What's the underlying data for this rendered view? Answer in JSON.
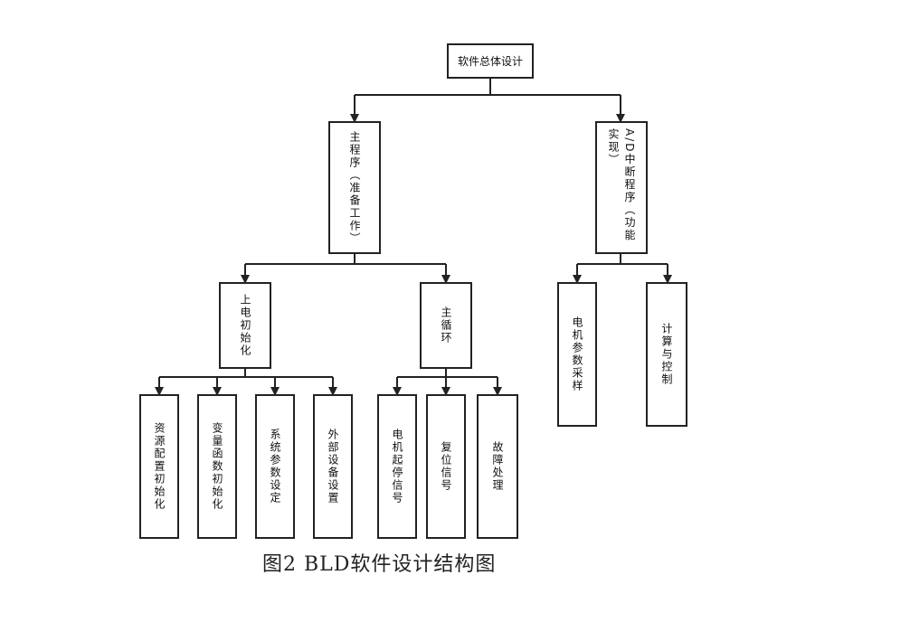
{
  "diagram": {
    "root": "软件总体设计",
    "main_program": "主程序（准备工作）",
    "ad_interrupt": "A/D中断程序（功能实现）",
    "power_on_init": "上电初始化",
    "main_loop": "主循环",
    "resource_init": "资源配置初始化",
    "var_func_init": "变量函数初始化",
    "sys_param_set": "系统参数设定",
    "ext_device_set": "外部设备设置",
    "motor_start_stop": "电机起停信号",
    "reset_signal": "复位信号",
    "fault_handling": "故障处理",
    "motor_param_sampling": "电机参数采样",
    "calc_control": "计算与控制"
  },
  "caption": "图2  BLD软件设计结构图"
}
